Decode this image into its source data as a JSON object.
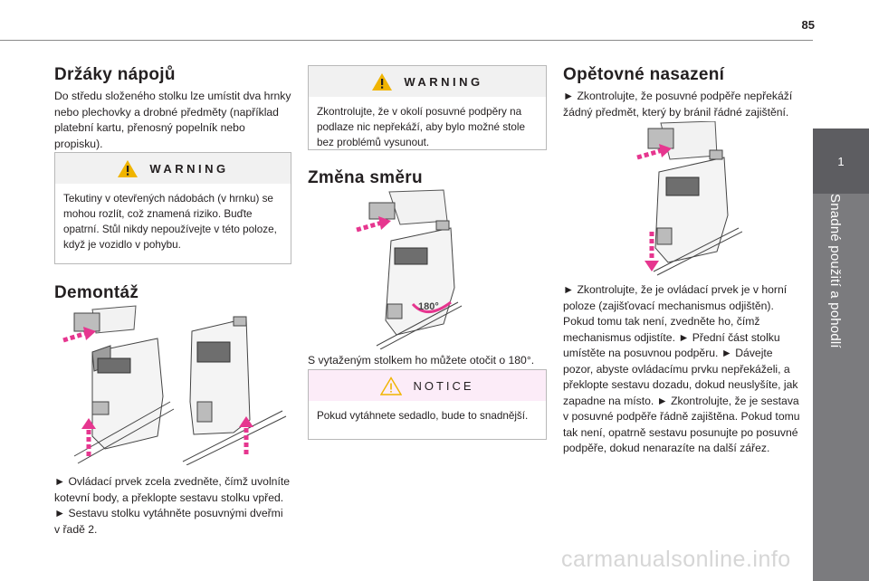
{
  "page_number": "85",
  "chapter": {
    "number": "1",
    "title": "Snadné použití a pohodlí"
  },
  "col1": {
    "heading": "Držáky nápojů",
    "intro": "Do středu složeného stolku lze umístit dva hrnky nebo plechovky a drobné předměty (například platební kartu, přenosný popelník nebo propisku).",
    "warning": {
      "title": "WARNING",
      "text": "Tekutiny v otevřených nádobách (v hrnku) se mohou rozlít, což znamená riziko. Buďte opatrní. Stůl nikdy nepoužívejte v této poloze, když je vozidlo v pohybu."
    },
    "section2_heading": "Demontáž",
    "section2_text": "► Ovládací prvek zcela zvedněte, čímž uvolníte kotevní body, a překlopte sestavu stolku vpřed. ► Sestavu stolku vytáhněte posuvnými dveřmi v řadě 2."
  },
  "col2": {
    "warning": {
      "title": "WARNING",
      "text": "Zkontrolujte, že v okolí posuvné podpěry na podlaze nic nepřekáží, aby bylo možné stole bez problémů vysunout."
    },
    "heading": "Změna směru",
    "rotation_label": "180°",
    "caption": "S vytaženým stolkem ho můžete otočit o 180°.",
    "notice": {
      "title": "NOTICE",
      "text": "Pokud vytáhnete sedadlo, bude to snadnější."
    }
  },
  "col3": {
    "heading": "Opětovné nasazení",
    "intro": "► Zkontrolujte, že posuvné podpěře nepřekáží žádný předmět, který by bránil řádné zajištění.",
    "text": "► Zkontrolujte, že je ovládací prvek je v horní poloze (zajišťovací mechanismus odjištěn). Pokud tomu tak není, zvedněte ho, čímž mechanismus odjistíte. ► Přední část stolku umístěte na posuvnou podpěru. ► Dávejte pozor, abyste ovládacímu prvku nepřekáželi, a překlopte sestavu dozadu, dokud neuslyšíte, jak zapadne na místo. ► Zkontrolujte, že je sestava v posuvné podpěře řádně zajištěna. Pokud tomu tak není, opatrně sestavu posunujte po posuvné podpěře, dokud nenarazíte na další zářez."
  },
  "watermark": "carmanualsonline.info",
  "colors": {
    "accent_arrow": "#e6368f",
    "warning_yellow": "#f0b400",
    "sidebar": "#7b7b7e",
    "chapter_tab": "#5d5d61"
  }
}
